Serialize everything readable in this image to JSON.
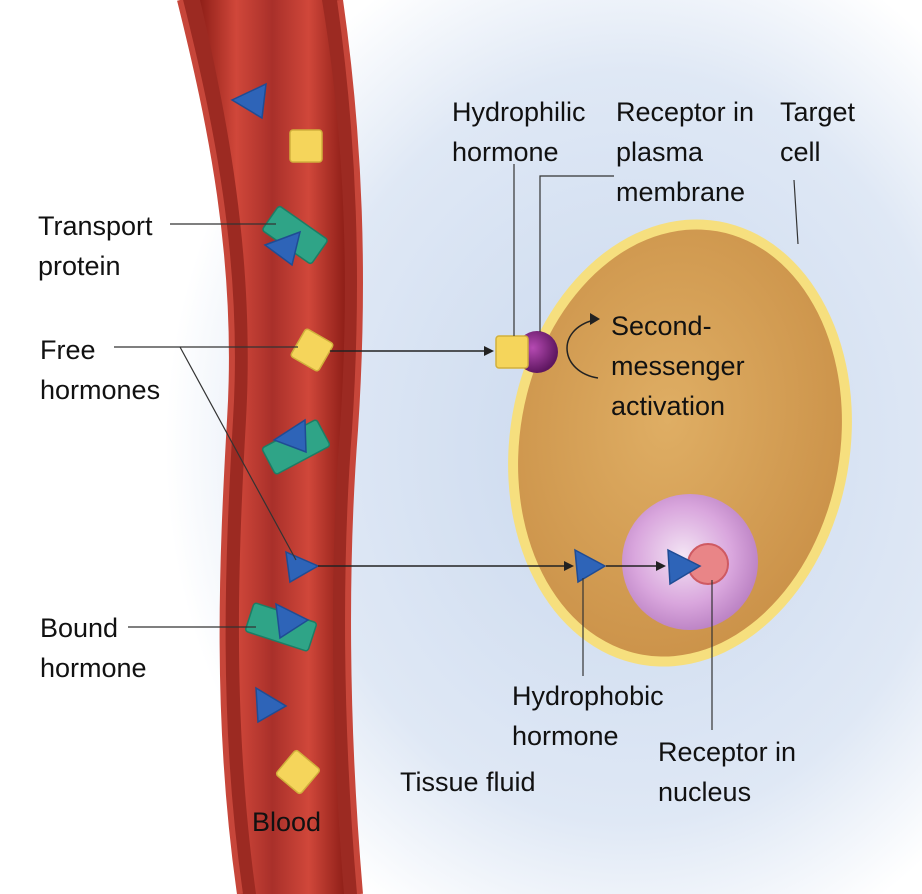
{
  "labels": {
    "transport_protein": "Transport\nprotein",
    "free_hormones": "Free\nhormones",
    "bound_hormone": "Bound\nhormone",
    "blood": "Blood",
    "hydrophilic_hormone": "Hydrophilic\nhormone",
    "receptor_membrane": "Receptor in\nplasma\nmembrane",
    "target_cell": "Target\ncell",
    "second_messenger": "Second-\nmessenger\nactivation",
    "hydrophobic_hormone": "Hydrophobic\nhormone",
    "receptor_nucleus": "Receptor in\nnucleus",
    "tissue_fluid": "Tissue fluid"
  },
  "colors": {
    "vessel_wall": "#c0362c",
    "vessel_lumen": "#a8341f",
    "cell_membrane": "#f6df7e",
    "cytoplasm": "#d6a055",
    "nucleus": "#d9a6dd",
    "nucleus_receptor": "#e98587",
    "membrane_receptor": "#7a2377",
    "hydrophilic_hormone": "#f5d55b",
    "hydrophobic_hormone": "#2e64b8",
    "transport_protein": "#2fa487",
    "tissue_fluid": "#dde7f5"
  }
}
